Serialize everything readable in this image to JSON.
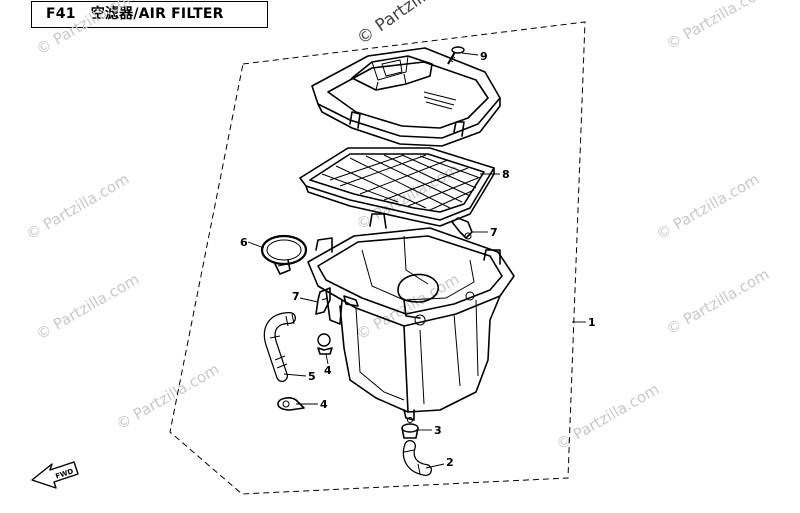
{
  "header": {
    "code": "F41",
    "title": "空滤器/AIR FILTER"
  },
  "watermark": {
    "text": "© Partzilla.com"
  },
  "callouts": {
    "c1": "1",
    "c2": "2",
    "c3": "3",
    "c4a": "4",
    "c4b": "4",
    "c5": "5",
    "c6": "6",
    "c7a": "7",
    "c7b": "7",
    "c8": "8",
    "c9": "9"
  },
  "direction_arrow": {
    "label": "FWD"
  },
  "parts": [
    {
      "ref": "1",
      "name": "air-filter-housing"
    },
    {
      "ref": "2",
      "name": "drain-hose"
    },
    {
      "ref": "3",
      "name": "hose-clamp"
    },
    {
      "ref": "4",
      "name": "clip"
    },
    {
      "ref": "5",
      "name": "breather-hose"
    },
    {
      "ref": "6",
      "name": "band-clamp"
    },
    {
      "ref": "7",
      "name": "hose-clip"
    },
    {
      "ref": "8",
      "name": "filter-element"
    },
    {
      "ref": "9",
      "name": "screw"
    }
  ]
}
